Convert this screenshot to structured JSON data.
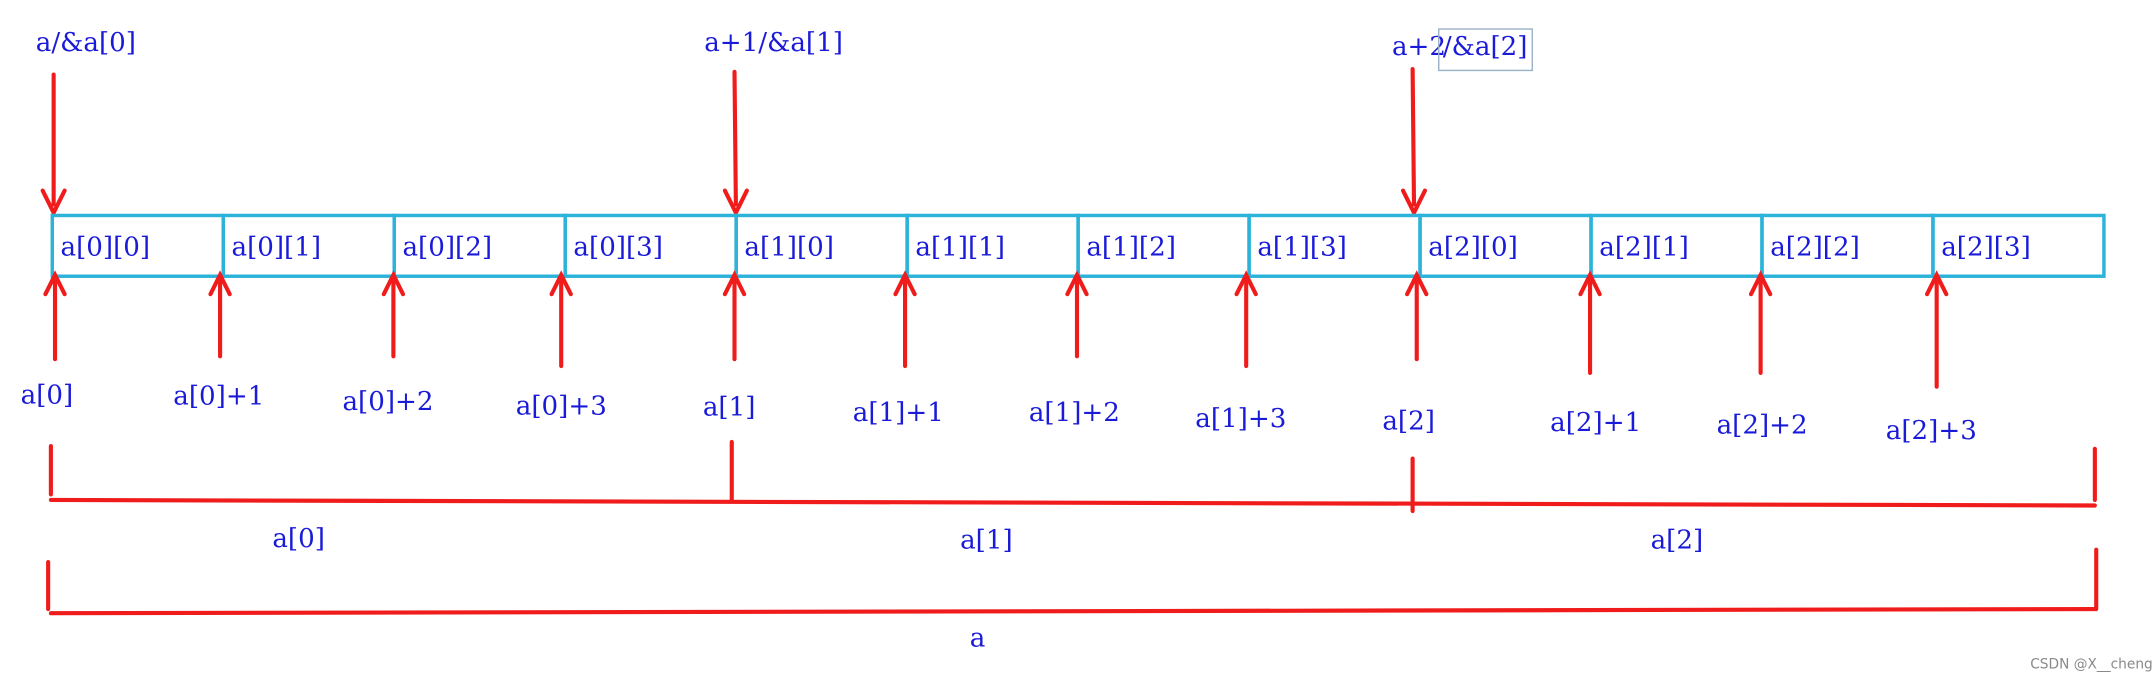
{
  "top_labels": [
    "a/&a[0]",
    "a+1/&a[1]",
    "a+2",
    "/&a[2]"
  ],
  "cells": [
    "a[0][0]",
    "a[0][1]",
    "a[0][2]",
    "a[0][3]",
    "a[1][0]",
    "a[1][1]",
    "a[1][2]",
    "a[1][3]",
    "a[2][0]",
    "a[2][1]",
    "a[2][2]",
    "a[2][3]"
  ],
  "bottom_pointers": [
    "a[0]",
    "a[0]+1",
    "a[0]+2",
    "a[0]+3",
    "a[1]",
    "a[1]+1",
    "a[1]+2",
    "a[1]+3",
    "a[2]",
    "a[2]+1",
    "a[2]+2",
    "a[2]+3"
  ],
  "row_braces": [
    "a[0]",
    "a[1]",
    "a[2]"
  ],
  "whole_brace": "a",
  "colors": {
    "cell_border": "#2bb3d9",
    "arrow": "#f01c1c",
    "text": "#1a1ad9"
  },
  "watermark": "CSDN @X__cheng"
}
